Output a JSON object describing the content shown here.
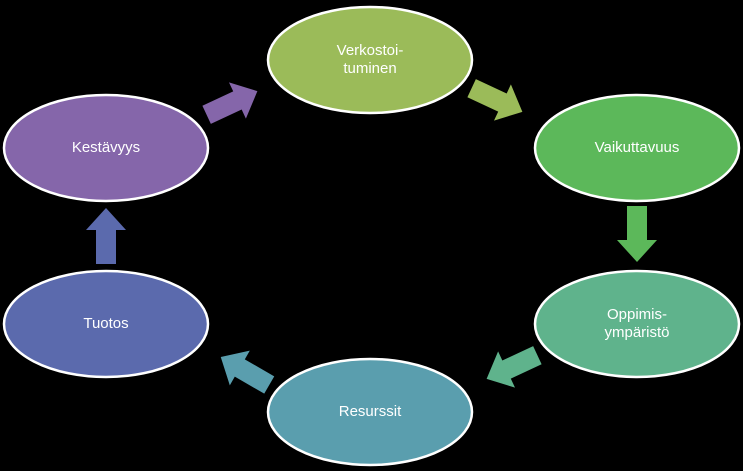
{
  "diagram": {
    "type": "cycle",
    "nodes": [
      {
        "id": "verkostoituminen",
        "lines": [
          "Verkostoi-",
          "tuminen"
        ],
        "color": "#9bbb59"
      },
      {
        "id": "vaikuttavuus",
        "lines": [
          "Vaikuttavuus"
        ],
        "color": "#5cb85a"
      },
      {
        "id": "oppimisymparisto",
        "lines": [
          "Oppimis-",
          "ympäristö"
        ],
        "color": "#5fb38c"
      },
      {
        "id": "resurssit",
        "lines": [
          "Resurssit"
        ],
        "color": "#5a9eae"
      },
      {
        "id": "tuotos",
        "lines": [
          "Tuotos"
        ],
        "color": "#5b6aad"
      },
      {
        "id": "kestavyys",
        "lines": [
          "Kestävyys"
        ],
        "color": "#8566aa"
      }
    ],
    "arrows": [
      {
        "from": "verkostoituminen",
        "to": "vaikuttavuus",
        "color": "#9bbb59"
      },
      {
        "from": "vaikuttavuus",
        "to": "oppimisymparisto",
        "color": "#5cb85a"
      },
      {
        "from": "oppimisymparisto",
        "to": "resurssit",
        "color": "#5fb38c"
      },
      {
        "from": "resurssit",
        "to": "tuotos",
        "color": "#5a9eae"
      },
      {
        "from": "tuotos",
        "to": "kestavyys",
        "color": "#5b6aad"
      },
      {
        "from": "kestavyys",
        "to": "verkostoituminen",
        "color": "#8566aa"
      }
    ],
    "node_outline_color": "#ffffff"
  }
}
